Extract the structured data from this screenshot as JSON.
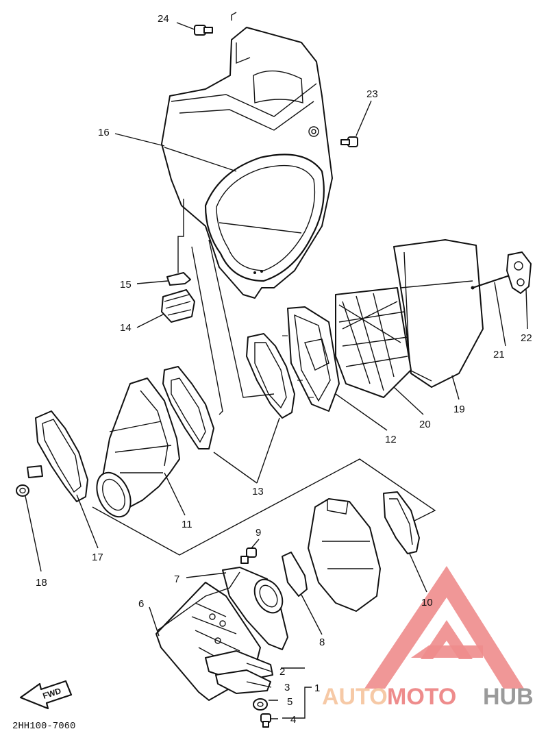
{
  "diagram": {
    "part_code": "2HH100-7060",
    "fwd_label": "FWD",
    "callouts": {
      "c1": "1",
      "c2": "2",
      "c3": "3",
      "c4": "4",
      "c5": "5",
      "c6": "6",
      "c7": "7",
      "c8": "8",
      "c9": "9",
      "c10": "10",
      "c11": "11",
      "c12": "12",
      "c13": "13",
      "c14": "14",
      "c15": "15",
      "c16": "16",
      "c17": "17",
      "c18": "18",
      "c19": "19",
      "c20": "20",
      "c21": "21",
      "c22": "22",
      "c23": "23",
      "c24": "24"
    }
  },
  "watermark": {
    "word_auto": "AUTO",
    "word_moto": "MOTO",
    "word_hub": "HUB",
    "colors": {
      "auto": "#f6c9a6",
      "moto": "#ee8c8c",
      "hub": "#9a9a9a",
      "logo": "#ee8c8c"
    }
  }
}
